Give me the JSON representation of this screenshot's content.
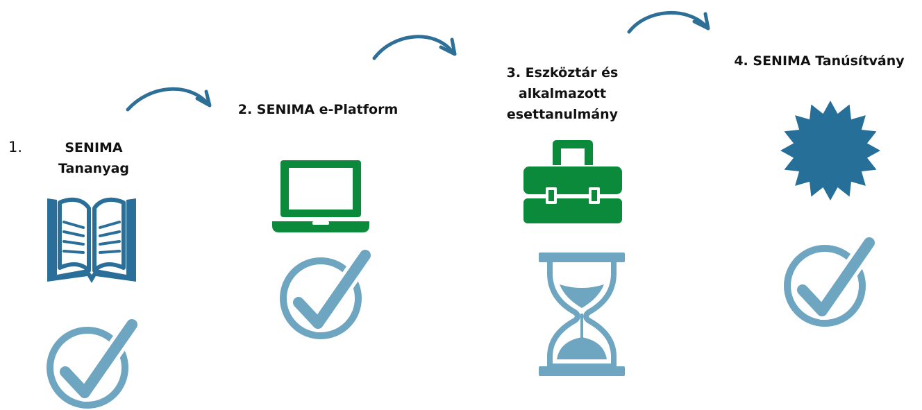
{
  "colors": {
    "arrow": "#2e6f97",
    "book": "#2a6f9a",
    "green": "#0a8a3a",
    "check": "#6ea5c0",
    "badge": "#256f98",
    "hourglass": "#6ea5c0",
    "text": "#111111"
  },
  "steps": [
    {
      "number": "1.",
      "title_line1": "SENIMA",
      "title_line2": "Tananyag",
      "icon": "open-book-icon",
      "status_icon": "check-circle-icon"
    },
    {
      "title": "2. SENIMA e-Platform",
      "icon": "laptop-icon",
      "status_icon": "check-circle-icon"
    },
    {
      "title_line1": "3. Eszköztár és",
      "title_line2": "alkalmazott",
      "title_line3": "esettanulmány",
      "icon": "toolbox-icon",
      "status_icon": "hourglass-icon"
    },
    {
      "title": "4. SENIMA Tanúsítvány",
      "icon": "badge-icon",
      "status_icon": "check-circle-icon"
    }
  ],
  "connectors": [
    "curved-arrow-icon",
    "curved-arrow-icon",
    "curved-arrow-icon"
  ]
}
